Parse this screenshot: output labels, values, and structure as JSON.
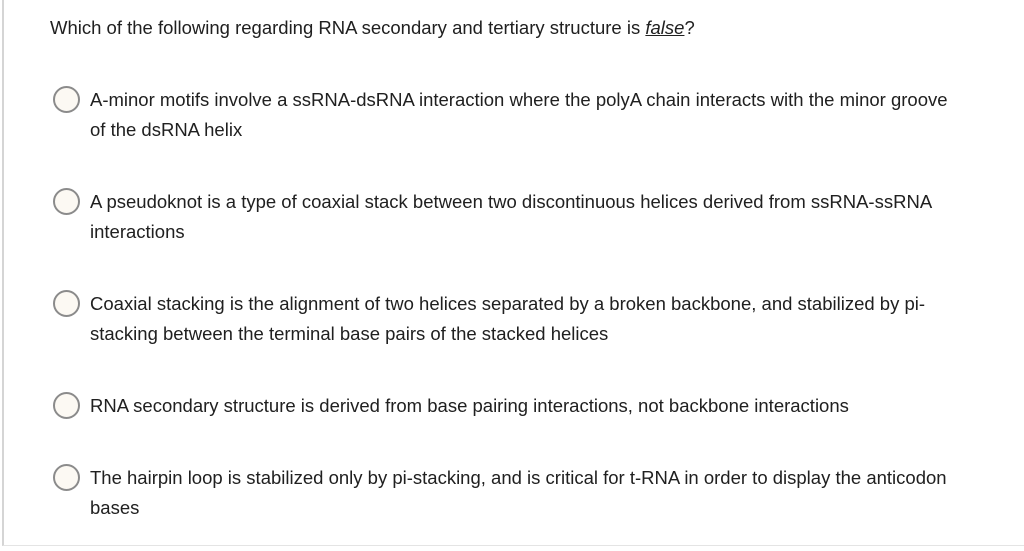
{
  "question": {
    "prefix": "Which of the following regarding RNA secondary and tertiary structure is ",
    "emphasis": "false",
    "suffix": "?"
  },
  "options": [
    {
      "label": "A-minor motifs involve a ssRNA-dsRNA interaction where the polyA chain interacts with the minor groove of the dsRNA helix"
    },
    {
      "label": "A pseudoknot is a type of coaxial stack between two discontinuous helices derived from ssRNA-ssRNA interactions"
    },
    {
      "label": "Coaxial stacking is the alignment of two helices separated by a broken backbone, and stabilized by pi-stacking between the terminal base pairs of the stacked helices"
    },
    {
      "label": "RNA secondary structure is derived from base pairing interactions, not backbone interactions"
    },
    {
      "label": "The hairpin loop is stabilized only by pi-stacking, and is critical for t-RNA in order to display the anticodon bases"
    }
  ],
  "colors": {
    "text": "#202020",
    "radio_border": "#8b8b8b",
    "radio_fill": "#fcf9f3",
    "panel_border_left": "#d5d5d5",
    "panel_border_bottom": "#e4e4e4"
  }
}
